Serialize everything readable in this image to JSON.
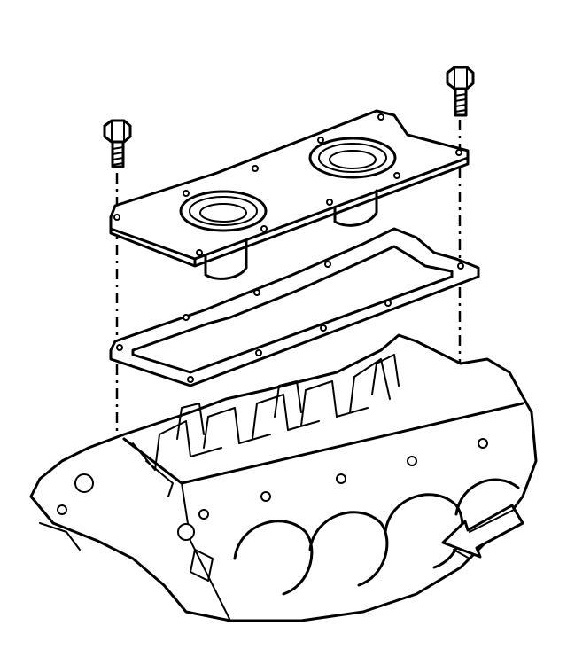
{
  "diagram": {
    "kind": "exploded-assembly-line-drawing",
    "parts": [
      "bolt-left",
      "bolt-right",
      "cover-plate",
      "gasket",
      "engine-block",
      "direction-arrow"
    ],
    "colors": {
      "ink": "#000000",
      "paper": "#ffffff"
    }
  }
}
